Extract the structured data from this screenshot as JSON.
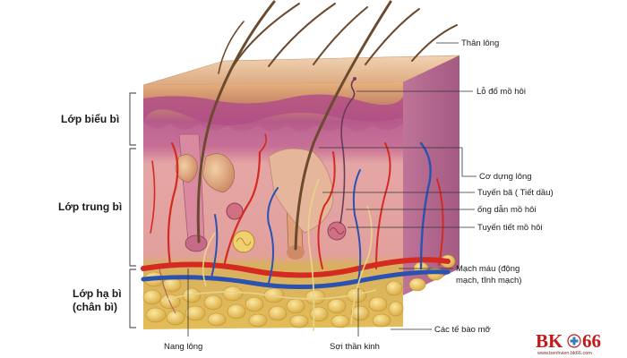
{
  "colors": {
    "epidermis_top": "#e9c19b",
    "epidermis_band": "#b85a88",
    "dermis": "#e6a8a2",
    "dermis_deep": "#d98c8f",
    "fat": "#e6c35e",
    "artery": "#d42a22",
    "vein": "#2b52b0",
    "nerve": "#e8d38a",
    "hair": "#6b4a2e",
    "logo": "#c01a1a"
  },
  "layers": {
    "epidermis": "Lớp biểu bì",
    "dermis": "Lớp trung bì",
    "hypodermis_line1": "Lớp hạ bì",
    "hypodermis_line2": "(chân bì)"
  },
  "labels": {
    "hair_shaft": "Thân lông",
    "sweat_pore": "Lỗ đổ mồ hôi",
    "arrector_muscle": "Cơ dựng lông",
    "sebaceous_gland": "Tuyến bã ( Tiết dầu)",
    "sweat_duct": "ống dẫn mồ hôi",
    "sweat_gland": "Tuyến tiết mồ hôi",
    "blood_vessels_line1": "Mạch máu (động",
    "blood_vessels_line2": "mạch, tĩnh mạch)",
    "fat_cells": "Các tế bào mỡ",
    "hair_follicle": "Nang lông",
    "nerve_fiber": "Sợi thần kinh"
  },
  "logo": {
    "text_left": "BK",
    "text_right": "66",
    "tagline": "www.benhvien.bk66.com"
  }
}
